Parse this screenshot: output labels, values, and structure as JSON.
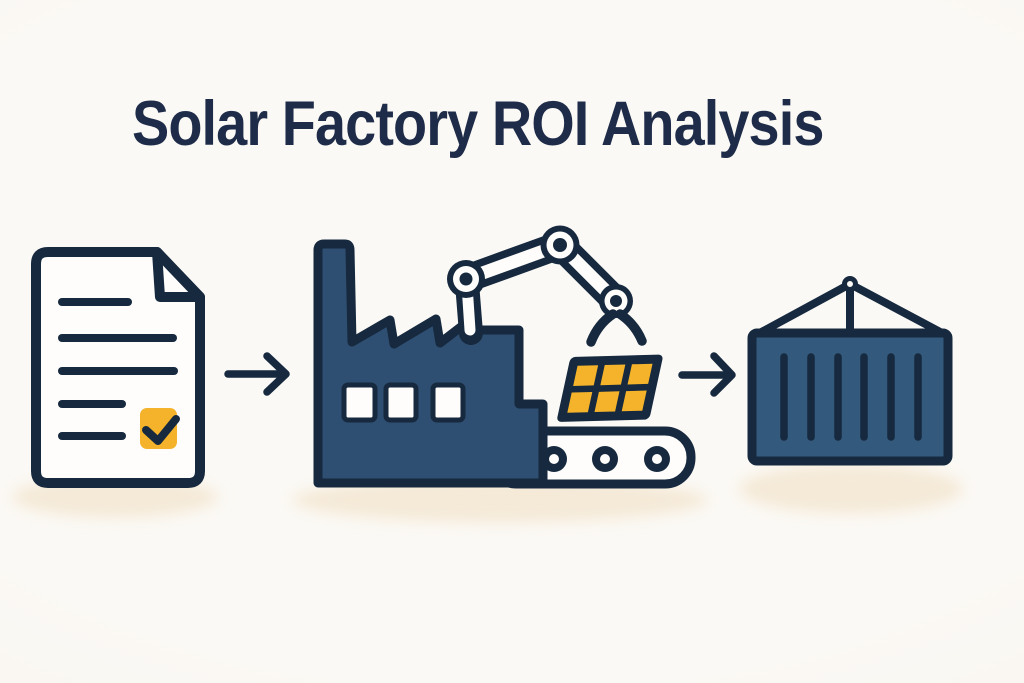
{
  "title": "Solar Factory ROI Analysis",
  "palette": {
    "background": "#fbf9f5",
    "title_text": "#1e2c49",
    "outline_navy": "#16293e",
    "factory_fill": "#2f4f72",
    "container_fill": "#33597c",
    "accent_yellow": "#f4b32a",
    "paper_white": "#fefdfb",
    "shadow_tint": "#f5ead8"
  },
  "diagram": {
    "description": "Three-step process flow",
    "steps": [
      {
        "id": "document-checklist",
        "icon": "document-checklist-icon",
        "detail": "paper with five text lines, folded corner and yellow checked checkbox"
      },
      {
        "id": "solar-factory-production",
        "icon": "factory-robot-arm-icon",
        "detail": "factory with chimney, sawtooth roof, three windows, robotic arm placing a 3x2 yellow solar panel onto a conveyor belt with three rollers"
      },
      {
        "id": "shipping-container",
        "icon": "shipping-container-icon",
        "detail": "container with six ridges hanging from a triangular lifting rig"
      }
    ],
    "connectors": [
      {
        "id": "connector-1",
        "icon": "arrow-right-icon"
      },
      {
        "id": "connector-2",
        "icon": "arrow-right-icon"
      }
    ]
  }
}
